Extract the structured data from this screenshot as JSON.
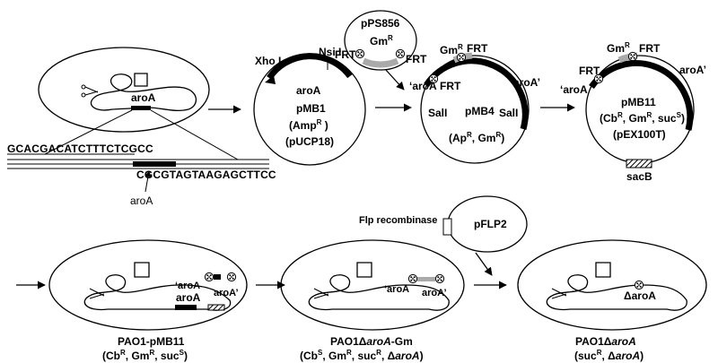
{
  "colors": {
    "ink": "#000000",
    "gm_segment": "#aaaaaa",
    "background": "#ffffff"
  },
  "icons": [
    "frt-site-icon",
    "scissors-cut-icon",
    "arrow-icon",
    "hatched-sacB-icon"
  ],
  "chromosome": {
    "gene": "aroA"
  },
  "sequence": {
    "upper": "GCACGACATCTTTCTCGCC",
    "lower": "CGCGTAGTAAGAGCTTCC",
    "marker": "aroA"
  },
  "pMB1": {
    "name": "pMB1",
    "marker": "(Amp",
    "marker_sup": "R",
    "marker_close": " )",
    "backbone": "(pUCP18)",
    "gene": "aroA",
    "site_xho": "Xho I",
    "site_nsi": "Nsi I"
  },
  "pPS856": {
    "name": "pPS856",
    "gm": "Gm",
    "gm_sup": "R",
    "frt_left": "FRT",
    "frt_right": "FRT"
  },
  "pMB4": {
    "name": "pMB4",
    "gm": "Gm",
    "gm_sup": "R",
    "frt_top": "FRT",
    "frt_left": "FRT",
    "aroA_left": "‘aroA",
    "aroA_right": "aroA’",
    "sal_left": "SalI",
    "sal_right": "SalI",
    "markers_open": "(Ap",
    "markers_sup1": "R",
    "markers_mid": ", Gm",
    "markers_sup2": "R",
    "markers_close": ")"
  },
  "pMB11": {
    "name": "pMB11",
    "gm": "Gm",
    "gm_sup": "R",
    "frt_top": "FRT",
    "frt_left": "FRT",
    "aroA_left": "‘aroA",
    "aroA_right": "aroA’",
    "m1": "(Cb",
    "m1_sup": "R",
    "m2": ", Gm",
    "m2_sup": "R",
    "m3": ", suc",
    "m3_sup": "S",
    "m4": ")",
    "backbone": "(pEX100T)",
    "sacB": "sacB"
  },
  "pFLP2": {
    "name": "pFLP2",
    "flp_label": "Flp recombinase"
  },
  "strains": {
    "s1": {
      "name": "PAO1-pMB11",
      "aroA": "aroA",
      "aroA_left": "‘aroA",
      "aroA_right": "aroA’",
      "m1": "(Cb",
      "m1_sup": "R",
      "m2": ", Gm",
      "m2_sup": "R",
      "m3": ", suc",
      "m3_sup": "S",
      "m4": ")"
    },
    "s2": {
      "name_pre": "PAO1Δ",
      "name_gene": "aroA",
      "name_post": "-Gm",
      "aroA_left": "‘aroA",
      "aroA_right": "aroA’",
      "m1": "(Cb",
      "m1_sup": "S",
      "m2": ", Gm",
      "m2_sup": "R",
      "m3": ", suc",
      "m3_sup": "R",
      "m4": ", Δ",
      "m4_gene": "aroA",
      "m5": ")"
    },
    "s3": {
      "name_pre": "PAO1Δ",
      "name_gene": "aroA",
      "delta_label": "ΔaroA",
      "m1": "(suc",
      "m1_sup": "R",
      "m2": ", Δ",
      "m2_gene": "aroA",
      "m3": ")"
    }
  }
}
